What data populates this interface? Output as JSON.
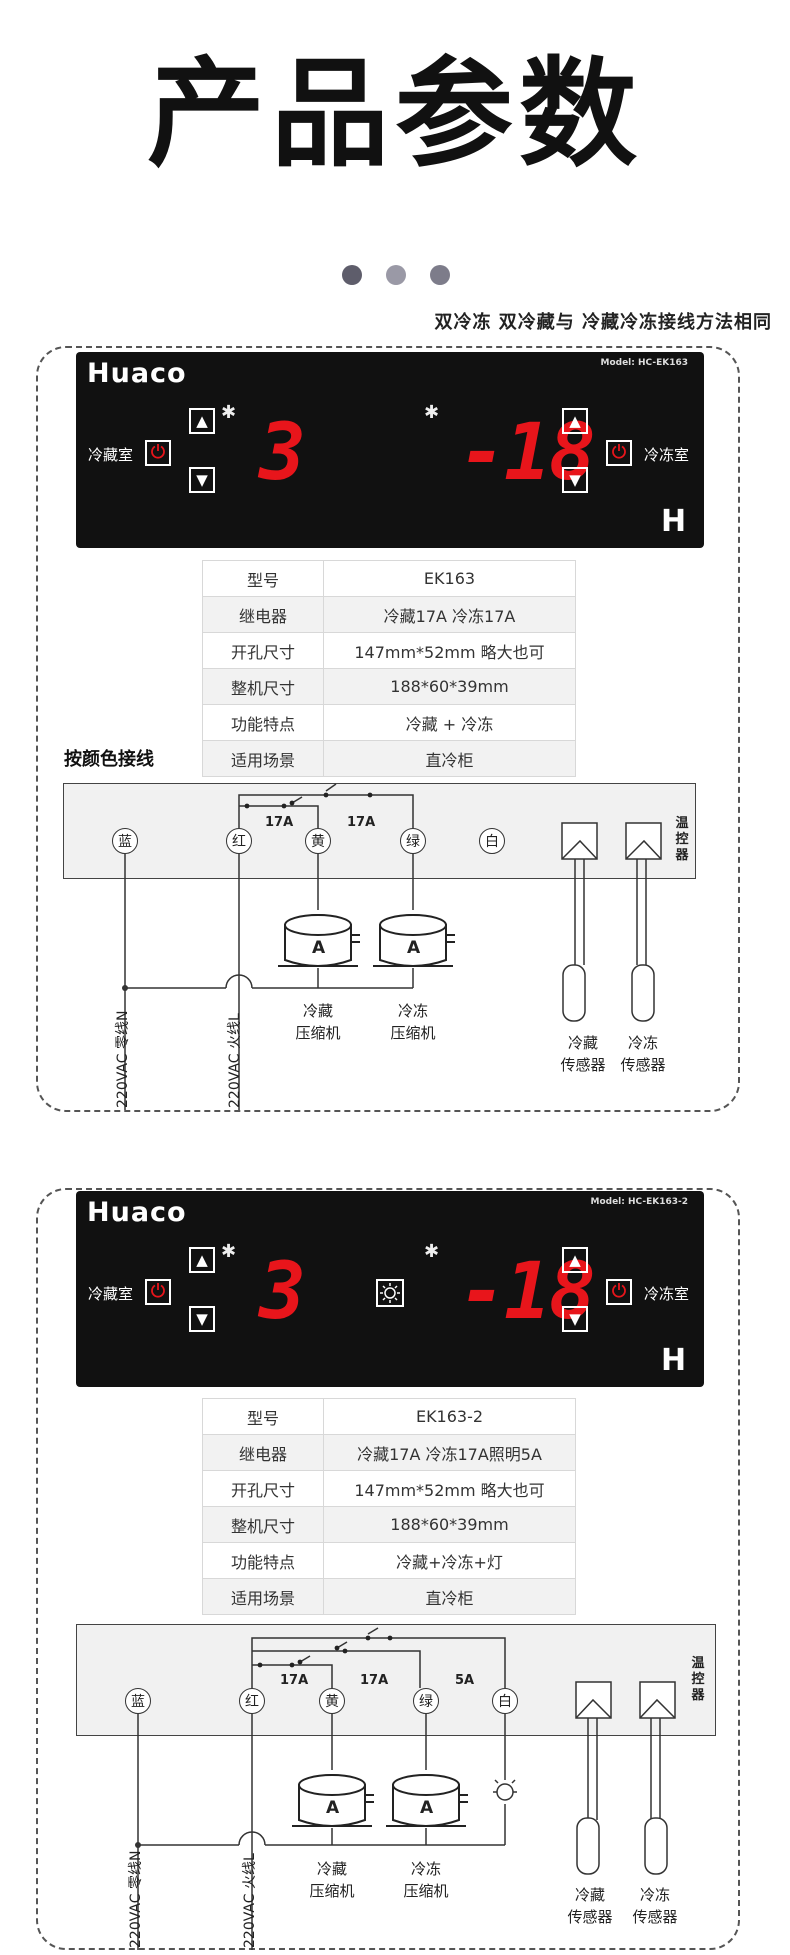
{
  "page": {
    "title": "产品参数",
    "subtitle": "双冷冻 双冷藏与 冷藏冷冻接线方法相同",
    "dots": [
      "#5e5d6b",
      "#9a99a6",
      "#7d7c8a"
    ],
    "wiring_heading": "按颜色接线"
  },
  "colors": {
    "display_red": "#e8151b",
    "panel": "#111111",
    "box": "#f1f1f1"
  },
  "units": [
    {
      "panel": {
        "brand": "Huaco",
        "model": "Model: HC-EK163",
        "left_label": "冷藏室",
        "right_label": "冷冻室",
        "left_display": "3",
        "right_display": "-18",
        "logo": "H",
        "icons": [
          "arrow-up-icon",
          "arrow-down-icon",
          "power-icon",
          "snowflake-icon"
        ]
      },
      "specs": [
        {
          "label": "型号",
          "value": "EK163"
        },
        {
          "label": "继电器",
          "value": "冷藏17A 冷冻17A"
        },
        {
          "label": "开孔尺寸",
          "value": "147mm*52mm 略大也可"
        },
        {
          "label": "整机尺寸",
          "value": "188*60*39mm"
        },
        {
          "label": "功能特点",
          "value": "冷藏 + 冷冻"
        },
        {
          "label": "适用场景",
          "value": "直冷柜"
        }
      ],
      "wiring": {
        "terminals": [
          "蓝",
          "红",
          "黄",
          "绿",
          "白"
        ],
        "relays": [
          "17A",
          "17A"
        ],
        "box_label": "温控器",
        "compressors": [
          {
            "letter": "A",
            "name1": "冷藏",
            "name2": "压缩机"
          },
          {
            "letter": "A",
            "name1": "冷冻",
            "name2": "压缩机"
          }
        ],
        "sensors": [
          {
            "name1": "冷藏",
            "name2": "传感器"
          },
          {
            "name1": "冷冻",
            "name2": "传感器"
          }
        ],
        "neutral": "220VAC 零线N",
        "live": "220VAC 火线L"
      }
    },
    {
      "panel": {
        "brand": "Huaco",
        "model": "Model: HC-EK163-2",
        "left_label": "冷藏室",
        "right_label": "冷冻室",
        "left_display": "3",
        "right_display": "-18",
        "logo": "H",
        "icons": [
          "arrow-up-icon",
          "arrow-down-icon",
          "power-icon",
          "snowflake-icon",
          "light-icon"
        ]
      },
      "specs": [
        {
          "label": "型号",
          "value": "EK163-2"
        },
        {
          "label": "继电器",
          "value": "冷藏17A 冷冻17A照明5A"
        },
        {
          "label": "开孔尺寸",
          "value": "147mm*52mm 略大也可"
        },
        {
          "label": "整机尺寸",
          "value": "188*60*39mm"
        },
        {
          "label": "功能特点",
          "value": "冷藏+冷冻+灯"
        },
        {
          "label": "适用场景",
          "value": "直冷柜"
        }
      ],
      "wiring": {
        "terminals": [
          "蓝",
          "红",
          "黄",
          "绿",
          "白"
        ],
        "relays": [
          "17A",
          "17A",
          "5A"
        ],
        "box_label": "温控器",
        "compressors": [
          {
            "letter": "A",
            "name1": "冷藏",
            "name2": "压缩机"
          },
          {
            "letter": "A",
            "name1": "冷冻",
            "name2": "压缩机"
          }
        ],
        "sensors": [
          {
            "name1": "冷藏",
            "name2": "传感器"
          },
          {
            "name1": "冷冻",
            "name2": "传感器"
          }
        ],
        "neutral": "220VAC 零线N",
        "live": "220VAC 火线L"
      }
    }
  ]
}
